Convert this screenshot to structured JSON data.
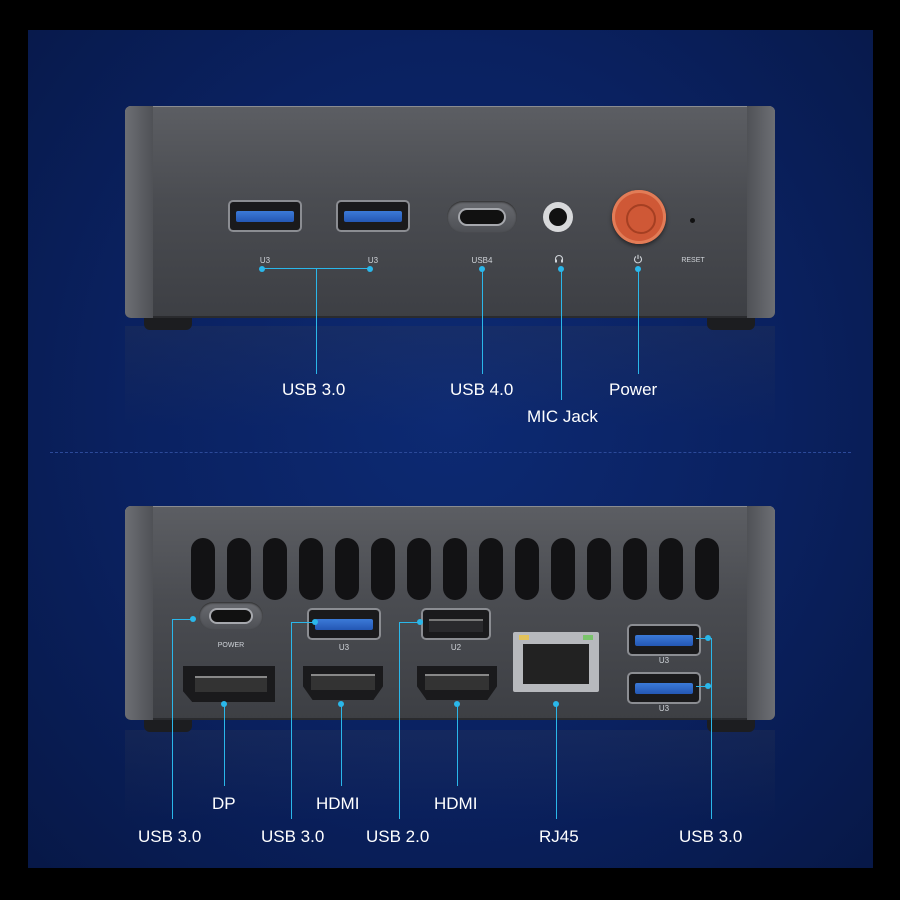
{
  "front_panel": {
    "port_labels": {
      "u3_left": "U3",
      "u3_right": "U3",
      "usb4": "USB4",
      "reset": "RESET"
    },
    "icons": {
      "mic": "headset-icon",
      "power": "power-icon"
    },
    "callouts": {
      "usb30": "USB 3.0",
      "usb40": "USB 4.0",
      "mic": "MIC Jack",
      "power": "Power"
    }
  },
  "rear_panel": {
    "port_labels": {
      "power_c": "POWER",
      "u3": "U3",
      "u2": "U2",
      "u3_top": "U3",
      "u3_bottom": "U3"
    },
    "callouts": {
      "dp": "DP",
      "hdmi1": "HDMI",
      "hdmi2": "HDMI",
      "usb30_left": "USB 3.0",
      "usb30_mid": "USB 3.0",
      "usb20": "USB 2.0",
      "rj45": "RJ45",
      "usb30_right": "USB 3.0"
    }
  },
  "colors": {
    "accent": "#2ab7ea",
    "power_button": "#cf5836",
    "background": "#0a2160"
  }
}
